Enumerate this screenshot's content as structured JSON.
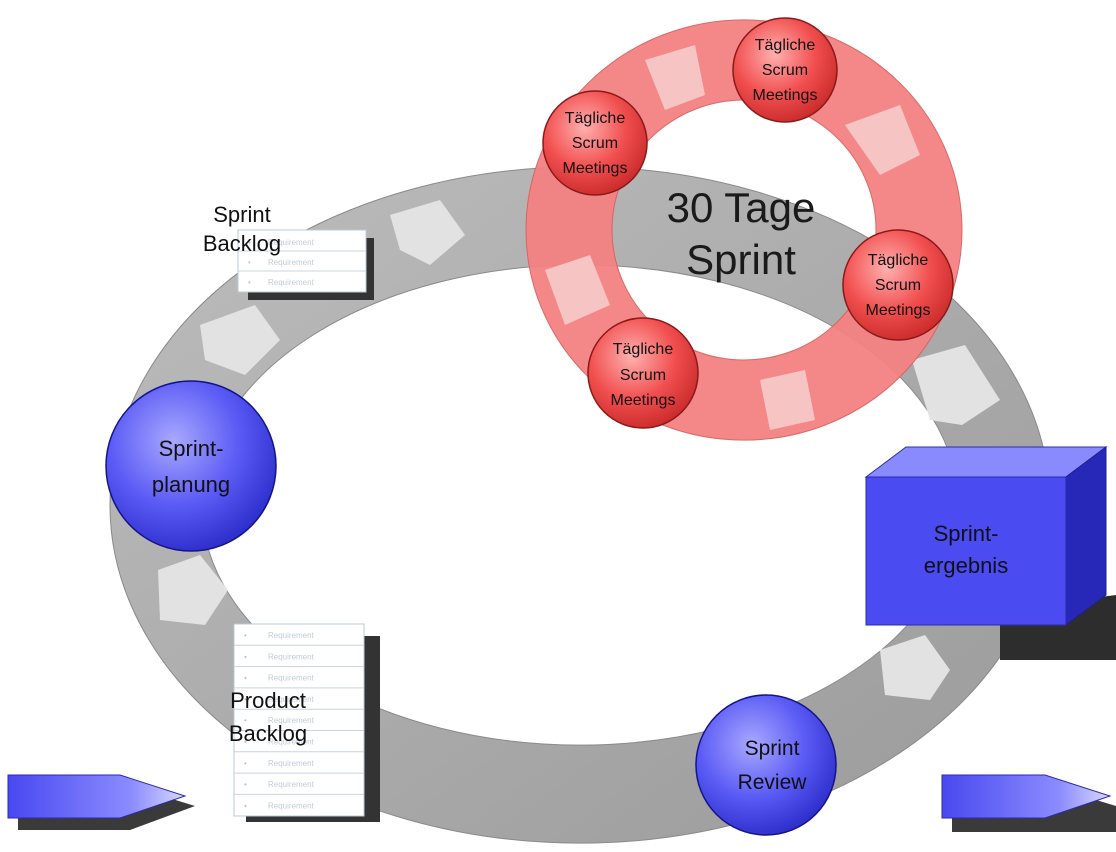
{
  "sprint_cycle": {
    "center_title_line1": "30 Tage",
    "center_title_line2": "Sprint",
    "daily_meeting_line1": "Tägliche",
    "daily_meeting_line2": "Scrum",
    "daily_meeting_line3": "Meetings",
    "sprint_planning_line1": "Sprint-",
    "sprint_planning_line2": "planung",
    "sprint_review_line1": "Sprint",
    "sprint_review_line2": "Review",
    "sprint_result_line1": "Sprint-",
    "sprint_result_line2": "ergebnis",
    "sprint_backlog_line1": "Sprint",
    "sprint_backlog_line2": "Backlog",
    "product_backlog_line1": "Product",
    "product_backlog_line2": "Backlog",
    "requirement_item": "Requirement"
  },
  "colors": {
    "ring_gray": "#a9a9a9",
    "ring_red": "#f47a7a",
    "circle_blue": "#4a4af0",
    "circle_red": "#f04848",
    "box_blue": "#4b4bf2"
  }
}
